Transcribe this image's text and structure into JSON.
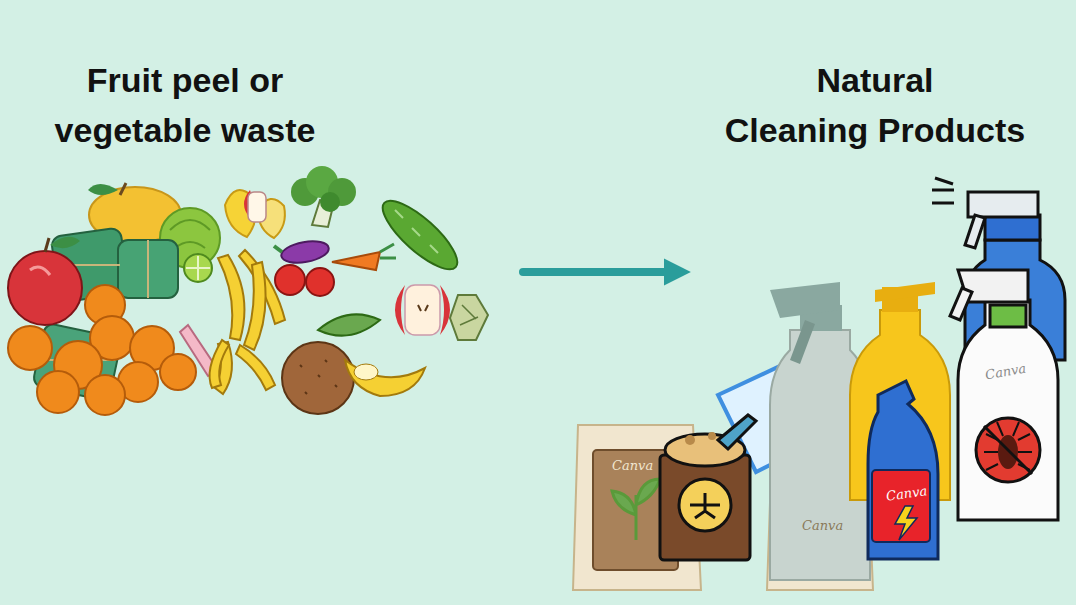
{
  "diagram": {
    "nodes": [
      {
        "text": [
          "Fruit peel or vegetable waste"
        ]
      },
      {
        "text": [
          "Natural Cleaning Products"
        ]
      }
    ],
    "edges": [
      {
        "from": 0,
        "to": 1,
        "arrow": "to"
      }
    ],
    "labels": [
      "Canva",
      "Canva",
      "Canva",
      "Canva"
    ]
  }
}
